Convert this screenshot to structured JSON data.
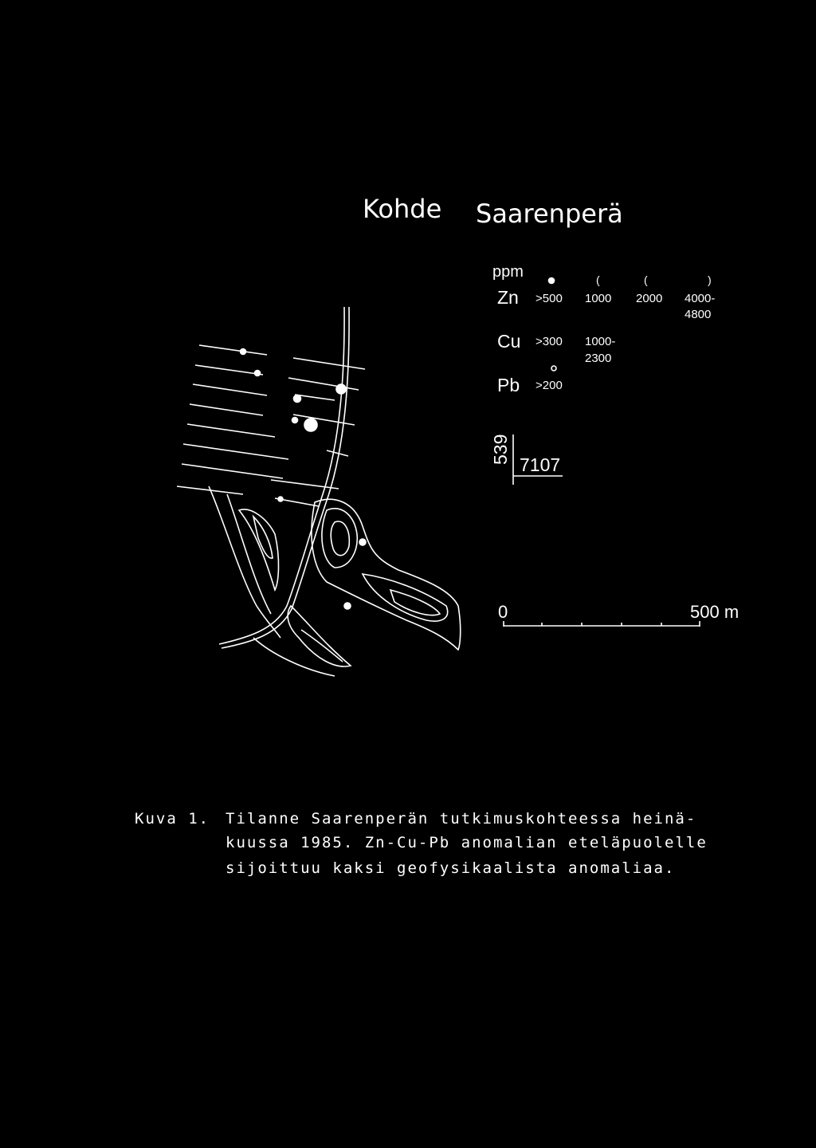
{
  "title": {
    "kohde": "Kohde",
    "name": "Saarenperä"
  },
  "legend": {
    "unit": "ppm",
    "zn": {
      "label": "Zn",
      "values": [
        ">500",
        "1000",
        "2000",
        "4000-",
        "4800"
      ]
    },
    "cu": {
      "label": "Cu",
      "values": [
        ">300",
        "1000-",
        "2300"
      ]
    },
    "pb": {
      "label": "Pb",
      "values": [
        ">200"
      ]
    }
  },
  "coordinates": {
    "y": "539",
    "x": "7107"
  },
  "scale": {
    "start": "0",
    "end": "500 m"
  },
  "caption": {
    "label": "Kuva 1.",
    "lines": [
      "Tilanne Saarenperän tutkimuskohteessa heinä-",
      "kuussa 1985.  Zn-Cu-Pb anomalian eteläpuolelle",
      "sijoittuu kaksi geofysikaalista anomaliaa."
    ]
  }
}
